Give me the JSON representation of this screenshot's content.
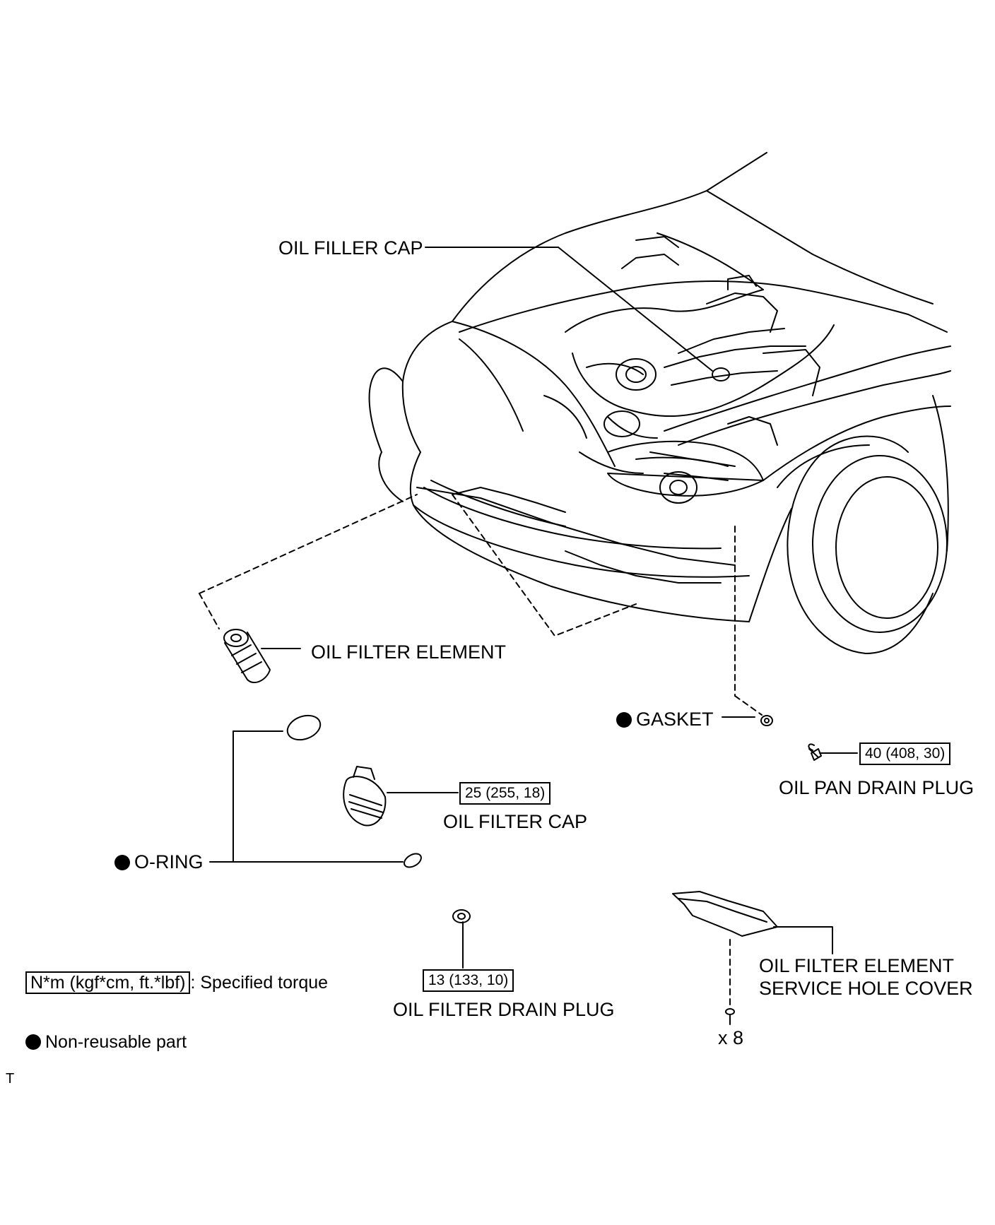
{
  "labels": {
    "oil_filler_cap": "OIL FILLER CAP",
    "oil_filter_element": "OIL FILTER ELEMENT",
    "gasket": "GASKET",
    "oil_pan_drain_plug": "OIL PAN DRAIN PLUG",
    "oil_filter_cap": "OIL FILTER CAP",
    "o_ring": "O-RING",
    "oil_filter_drain_plug": "OIL FILTER DRAIN PLUG",
    "service_hole_cover_line1": "OIL FILTER ELEMENT",
    "service_hole_cover_line2": "SERVICE HOLE COVER",
    "bolt_count": "x 8"
  },
  "torques": {
    "oil_pan_drain_plug": "40 (408, 30)",
    "oil_filter_cap": "25 (255, 18)",
    "oil_filter_drain_plug": "13 (133, 10)"
  },
  "legend": {
    "torque_unit": "N*m (kgf*cm, ft.*lbf)",
    "torque_desc": ": Specified torque",
    "non_reusable": "Non-reusable part"
  },
  "corner_mark": "T"
}
